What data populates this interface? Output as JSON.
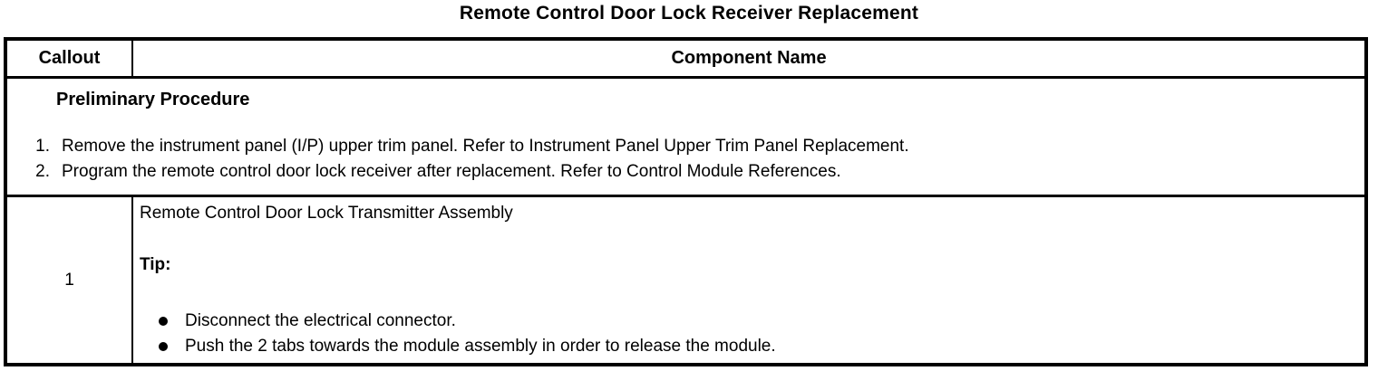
{
  "title": "Remote Control Door Lock Receiver Replacement",
  "table": {
    "header": {
      "callout": "Callout",
      "component_name": "Component Name"
    },
    "preliminary": {
      "heading": "Preliminary Procedure",
      "steps": [
        {
          "num": "1.",
          "text": "Remove the instrument panel (I/P) upper trim panel. Refer to Instrument Panel Upper Trim Panel Replacement."
        },
        {
          "num": "2.",
          "text": "Program the remote control door lock receiver after replacement. Refer to Control Module References."
        }
      ]
    },
    "rows": [
      {
        "callout": "1",
        "component": "Remote Control Door Lock Transmitter Assembly",
        "tip_label": "Tip:",
        "tips": [
          "Disconnect the electrical connector.",
          "Push the 2 tabs towards the module assembly in order to release the module."
        ]
      }
    ]
  },
  "colors": {
    "text": "#000000",
    "background": "#ffffff",
    "border": "#000000"
  }
}
